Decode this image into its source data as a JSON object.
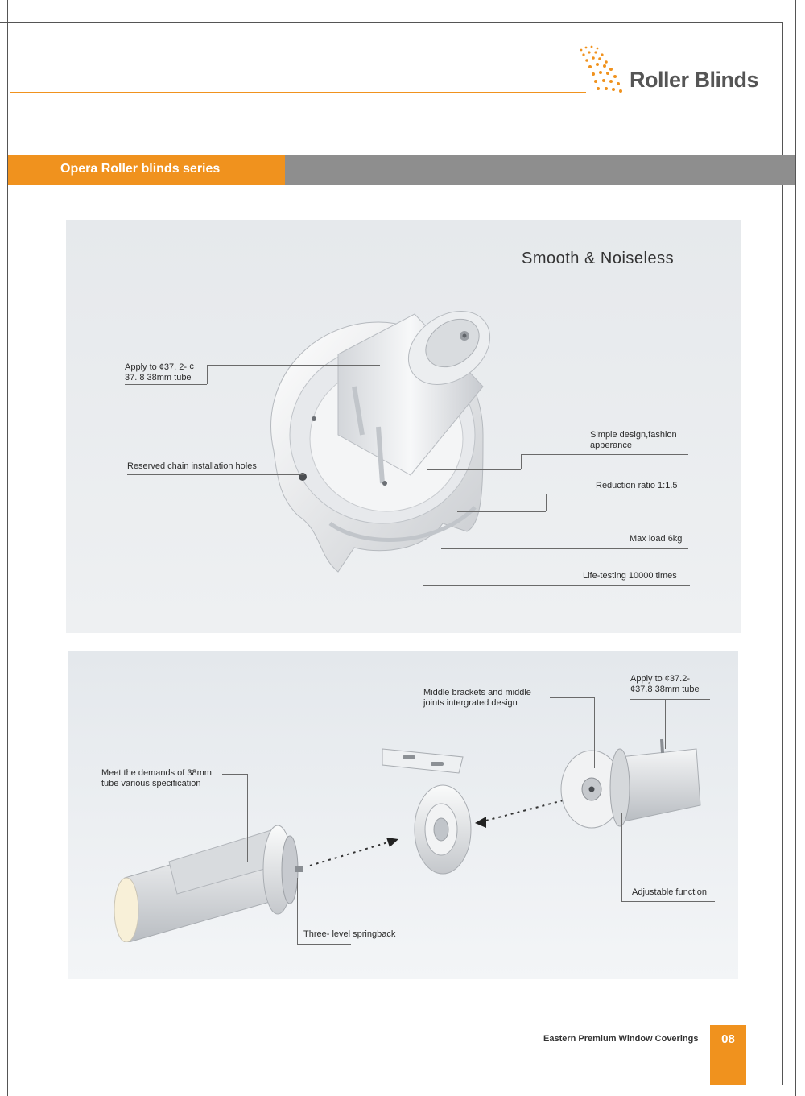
{
  "header": {
    "brand_name": "Roller Blinds",
    "accent_color": "#f0921e"
  },
  "banner": {
    "title": "Opera Roller blinds series",
    "orange": "#f0921e",
    "gray": "#8c8c8c"
  },
  "panel_top": {
    "heading": "Smooth & Noiseless",
    "callouts": {
      "apply_line1": "Apply to  ¢37. 2- ¢",
      "apply_line2": "37. 8  38mm tube",
      "reserved": "Reserved chain installation holes",
      "simple_line1": "Simple design,fashion",
      "simple_line2": "apperance",
      "reduction": "Reduction ratio 1:1.5",
      "maxload": "Max load 6kg",
      "life": "Life-testing 10000 times"
    }
  },
  "panel_bottom": {
    "callouts": {
      "apply_line1": "Apply to  ¢37.2-",
      "apply_line2": "¢37.8 38mm tube",
      "middle_line1": "Middle brackets and middle",
      "middle_line2": "joints intergrated design",
      "meet_line1": "Meet the demands of  38mm",
      "meet_line2": "tube various specification",
      "adjustable": "Adjustable function",
      "springback": "Three- level springback"
    }
  },
  "footer": {
    "company": "Eastern Premium Window Coverings",
    "page_number": "08"
  }
}
